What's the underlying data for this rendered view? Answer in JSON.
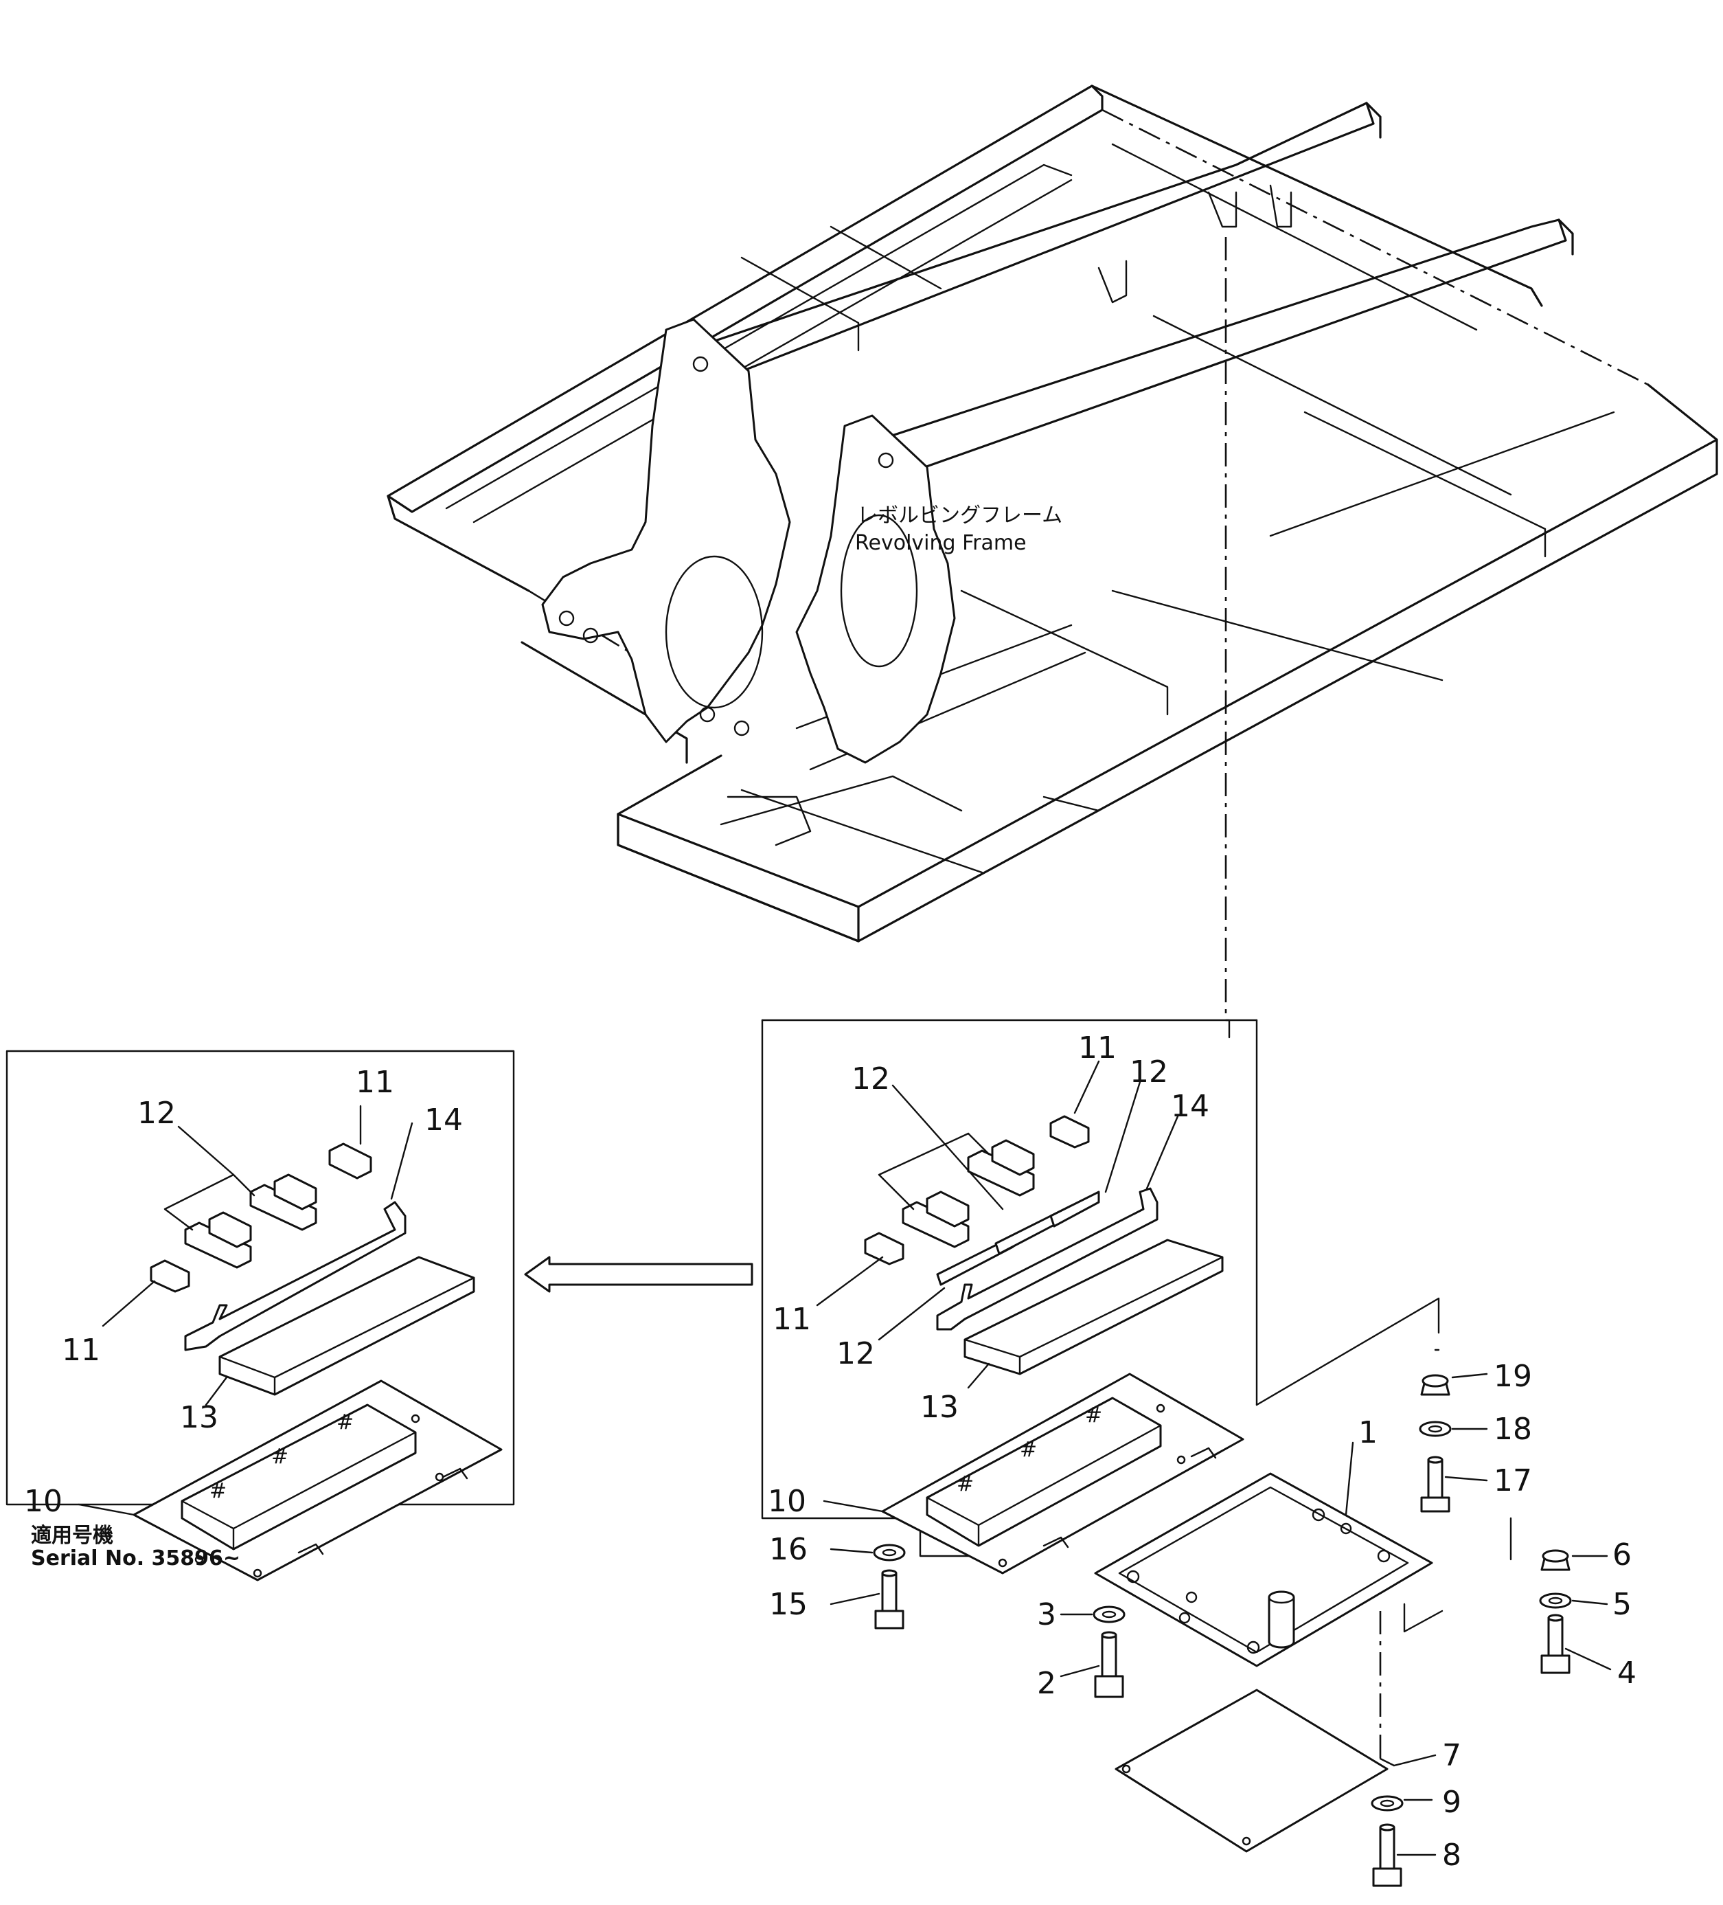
{
  "title": {
    "jp": "レボルビングフレーム",
    "en": "Revolving Frame"
  },
  "serial": {
    "jp_label": "適用号機",
    "label": "Serial No. 35896~"
  },
  "callouts": {
    "left": {
      "c11a": "11",
      "c12": "12",
      "c14": "14",
      "c11b": "11",
      "c13": "13",
      "c10": "10"
    },
    "center": {
      "c11a": "11",
      "c12a": "12",
      "c12b": "12",
      "c14": "14",
      "c11b": "11",
      "c12c": "12",
      "c13": "13",
      "c10": "10"
    },
    "right": {
      "c1": "1",
      "c2": "2",
      "c3": "3",
      "c4": "4",
      "c5": "5",
      "c6": "6",
      "c7": "7",
      "c8": "8",
      "c9": "9",
      "c15": "15",
      "c16": "16",
      "c17": "17",
      "c18": "18",
      "c19": "19"
    }
  },
  "icons": [
    "arrow-left-icon",
    "bolt-icon",
    "washer-icon",
    "nut-icon"
  ]
}
